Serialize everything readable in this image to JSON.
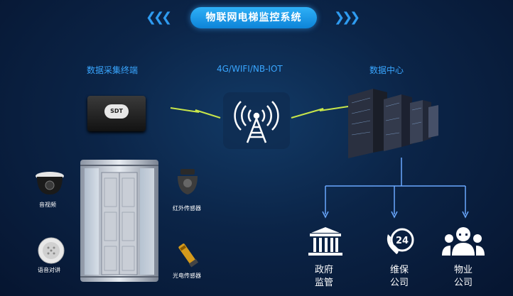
{
  "title": "物联网电梯监控系统",
  "labels": {
    "terminal": "数据采集终端",
    "network": "4G/WIFI/NB-IOT",
    "datacenter": "数据中心"
  },
  "terminal_text": "SDT",
  "devices": {
    "camera": "音视频",
    "intercom": "语音对讲",
    "infrared": "红外传感器",
    "photoelectric": "光电传感器"
  },
  "outputs": {
    "gov_line1": "政府",
    "gov_line2": "监管",
    "maint_line1": "维保",
    "maint_line2": "公司",
    "prop_line1": "物业",
    "prop_line2": "公司"
  },
  "maintenance_badge": "24",
  "colors": {
    "accent": "#39a6ff",
    "pill": "#1a9be8",
    "signal": "#c8e64a",
    "line": "#6aa8ff"
  },
  "icons": [
    "camera-icon",
    "intercom-icon",
    "infrared-sensor-icon",
    "photoelectric-sensor-icon",
    "signal-tower-icon",
    "server-rack-icon",
    "government-building-icon",
    "24h-service-icon",
    "people-icon"
  ]
}
